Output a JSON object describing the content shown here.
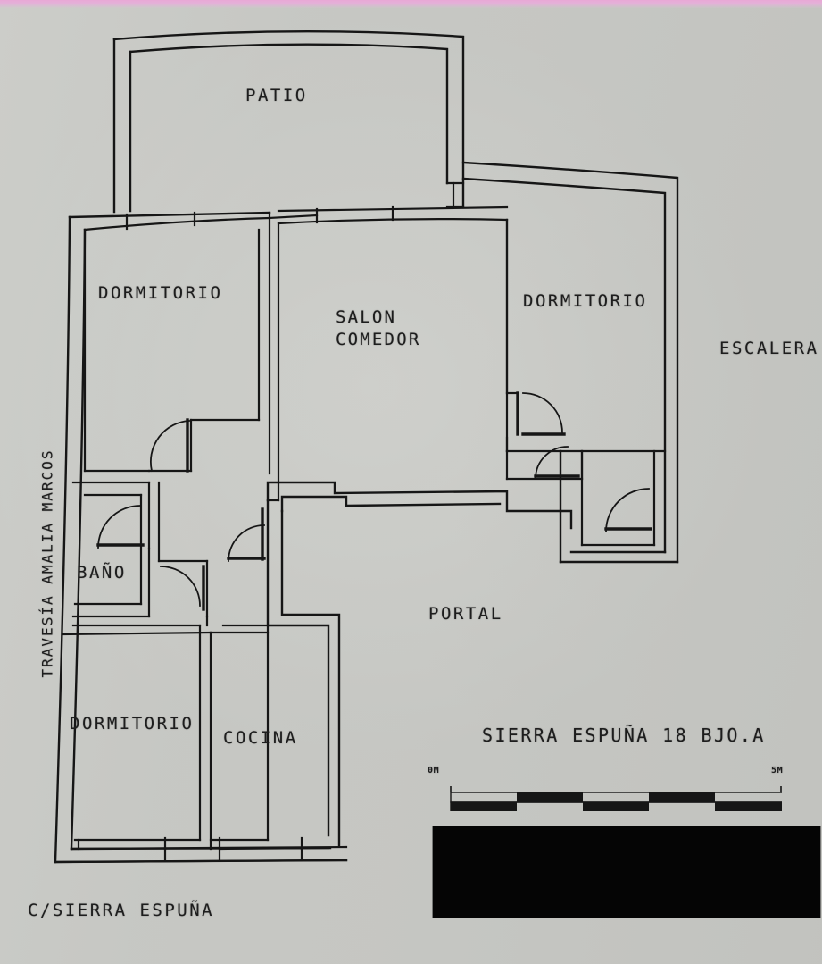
{
  "document": {
    "type": "architectural-floor-plan",
    "title": "SIERRA ESPUÑA 18 BJO.A",
    "language": "es"
  },
  "rooms": [
    {
      "id": "patio",
      "label": "PATIO"
    },
    {
      "id": "dorm_nw",
      "label": "DORMITORIO"
    },
    {
      "id": "salon_line1",
      "label": "SALON"
    },
    {
      "id": "salon_line2",
      "label": "COMEDOR"
    },
    {
      "id": "dorm_ne",
      "label": "DORMITORIO"
    },
    {
      "id": "bano",
      "label": "BAÑO"
    },
    {
      "id": "dorm_sw",
      "label": "DORMITORIO"
    },
    {
      "id": "cocina",
      "label": "COCINA"
    },
    {
      "id": "portal",
      "label": "PORTAL"
    },
    {
      "id": "escalera",
      "label": "ESCALERA"
    }
  ],
  "streets": {
    "bottom": "C/SIERRA ESPUÑA",
    "left": "TRAVESÍA AMALIA MARCOS"
  },
  "scale_bar": {
    "min_label": "0M",
    "max_label": "5M",
    "segments": 5,
    "unit": "M",
    "length_meters": 5
  },
  "colors": {
    "paper": "#c6c7c3",
    "ink": "#161616",
    "redaction": "#050505",
    "edge_tint": "#e9a8d6"
  },
  "redaction": {
    "present": true,
    "shape": "rectangle"
  }
}
